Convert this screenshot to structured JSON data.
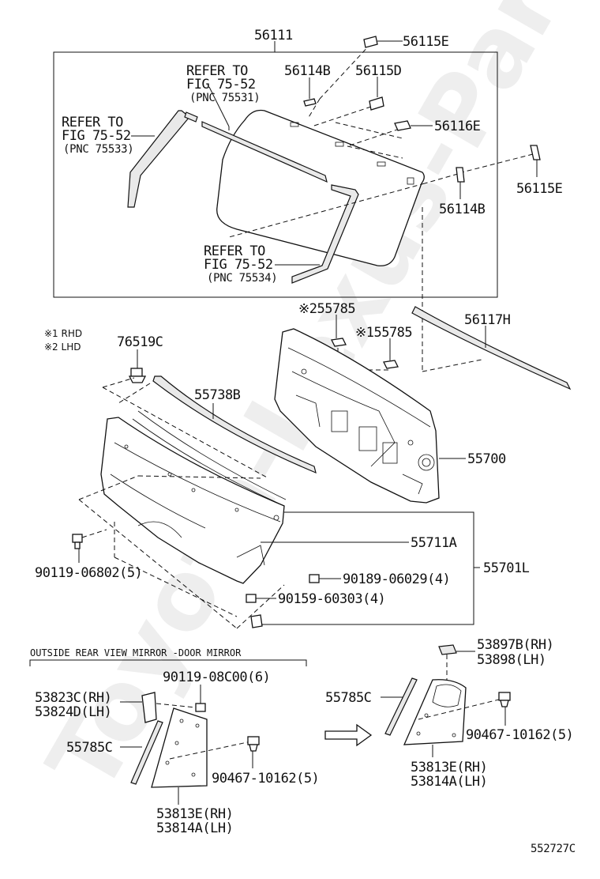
{
  "watermark": "Toyota-Lexus-Parts.ru",
  "legend": {
    "rhd": "※1 RHD",
    "lhd": "※2 LHD"
  },
  "labels": {
    "p56111": "56111",
    "p56115E_top": "56115E",
    "p56114B_top": "56114B",
    "p56115D": "56115D",
    "p56116E": "56116E",
    "p56115E_right": "56115E",
    "p56114B_right": "56114B",
    "refer1_l1": "REFER TO",
    "refer1_l2": "FIG 75-52",
    "refer1_l3": "(PNC 75531)",
    "refer2_l1": "REFER TO",
    "refer2_l2": "FIG 75-52",
    "refer2_l3": "(PNC 75533)",
    "refer3_l1": "REFER TO",
    "refer3_l2": "FIG 75-52",
    "refer3_l3": "(PNC 75534)",
    "p55785_lhd": "※255785",
    "p55785_rhd": "※155785",
    "p56117H": "56117H",
    "p76519C": "76519C",
    "p55738B": "55738B",
    "p55700": "55700",
    "p55711A": "55711A",
    "p55701L": "55701L",
    "p90119_06802": "90119-06802(5)",
    "p90189_06029": "90189-06029(4)",
    "p90159_60303": "90159-60303(4)",
    "mirror_title": "OUTSIDE REAR VIEW MIRROR -DOOR MIRROR",
    "p90119_08C00": "90119-08C00(6)",
    "p53823C": "53823C(RH)",
    "p53824D": "53824D(LH)",
    "p55785C_left": "55785C",
    "p90467_10162_left": "90467-10162(5)",
    "p53813E_left": "53813E(RH)",
    "p53814A_left": "53814A(LH)",
    "p53897B": "53897B(RH)",
    "p53898": "53898(LH)",
    "p55785C_right": "55785C",
    "p90467_10162_right": "90467-10162(5)",
    "p53813E_right": "53813E(RH)",
    "p53814A_right": "53814A(LH)",
    "diagram_id": "552727C"
  }
}
